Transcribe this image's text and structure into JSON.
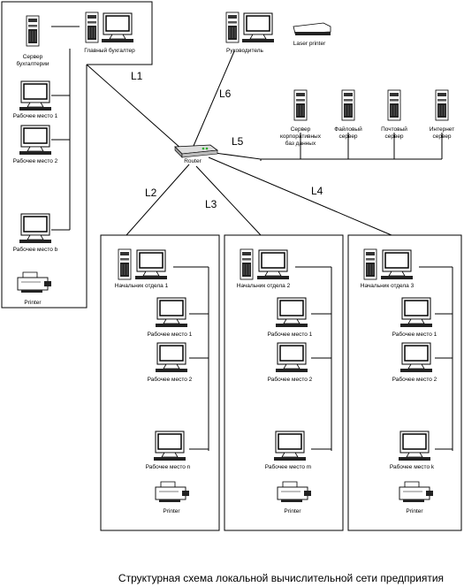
{
  "labels": {
    "server_buh": [
      "Сервер",
      "бухгалтерии"
    ],
    "glavbuh": "Главный бухгалтер",
    "ws1": "Рабочее место   1",
    "ws2": "Рабочее место   2",
    "wsb": "Рабочее место b",
    "printer": "Printer",
    "rukovoditel": "Руководитель",
    "laser_printer": "Laser printer",
    "srv_db": [
      "Сервер",
      "корпоративных",
      "баз данных"
    ],
    "srv_file": [
      "Файловый",
      "сервер"
    ],
    "srv_mail": [
      "Почтовый",
      "сервер"
    ],
    "srv_inet": [
      "Интернет",
      "сервер"
    ],
    "router": "Router",
    "dept1": "Начальник отдела  1",
    "dept2": "Начальник отдела  2",
    "dept3": "Начальник отдела  3",
    "wsn": "Рабочее место n",
    "wsm": "Рабочее место m",
    "wsk": "Рабочее место k"
  },
  "links": {
    "l1": "L1",
    "l2": "L2",
    "l3": "L3",
    "l4": "L4",
    "l5": "L5",
    "l6": "L6"
  },
  "caption": "Структурная схема локальной вычислительной сети предприятия"
}
